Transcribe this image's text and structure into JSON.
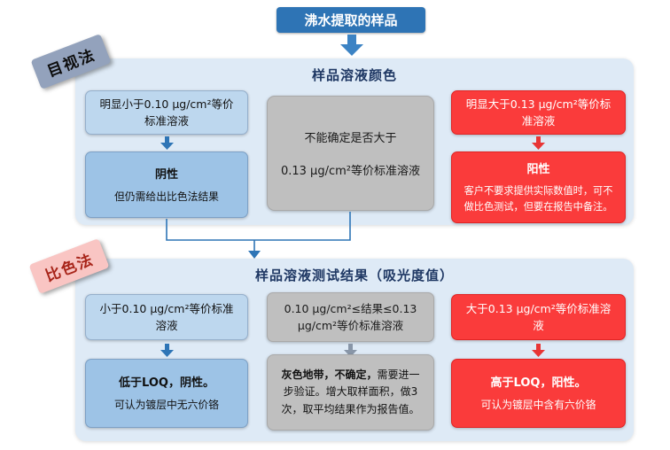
{
  "colors": {
    "accent_blue": "#2E75B6",
    "panel_bg": "#DEEAF6",
    "box_blue_light": "#BDD7EE",
    "box_blue": "#9DC3E6",
    "box_gray": "#BFBFBF",
    "box_red": "#FA3B3B",
    "title_navy": "#1F3864",
    "tag_visual_bg": "#93A2BC",
    "tag_color_bg": "#F9C5C3"
  },
  "start": {
    "label": "沸水提取的样品"
  },
  "visual": {
    "tag": "目视法",
    "title": "样品溶液颜色",
    "left_condition": "明显小于0.10 μg/cm²等价标准溶液",
    "left_result": "阴性",
    "left_note": "但仍需给出比色法结果",
    "mid_line1": "不能确定是否大于",
    "mid_line2": "0.13 μg/cm²等价标准溶液",
    "right_condition": "明显大于0.13 μg/cm²等价标准溶液",
    "right_result": "阳性",
    "right_note": "客户不要求提供实际数值时，可不做比色测试，但要在报告中备注。"
  },
  "colorimetric": {
    "tag": "比色法",
    "title": "样品溶液测试结果（吸光度值）",
    "left_condition": "小于0.10 μg/cm²等价标准溶液",
    "left_result": "低于LOQ，阴性。",
    "left_note": "可认为镀层中无六价铬",
    "mid_condition": "0.10 μg/cm²≤结果≤0.13 μg/cm²等价标准溶液",
    "mid_note_bold": "灰色地带，不确定，",
    "mid_note": "需要进一步验证。增大取样面积，做3次，取平均结果作为报告值。",
    "right_condition": "大于0.13 μg/cm²等价标准溶液",
    "right_result": "高于LOQ，阳性。",
    "right_note": "可认为镀层中含有六价铬"
  }
}
